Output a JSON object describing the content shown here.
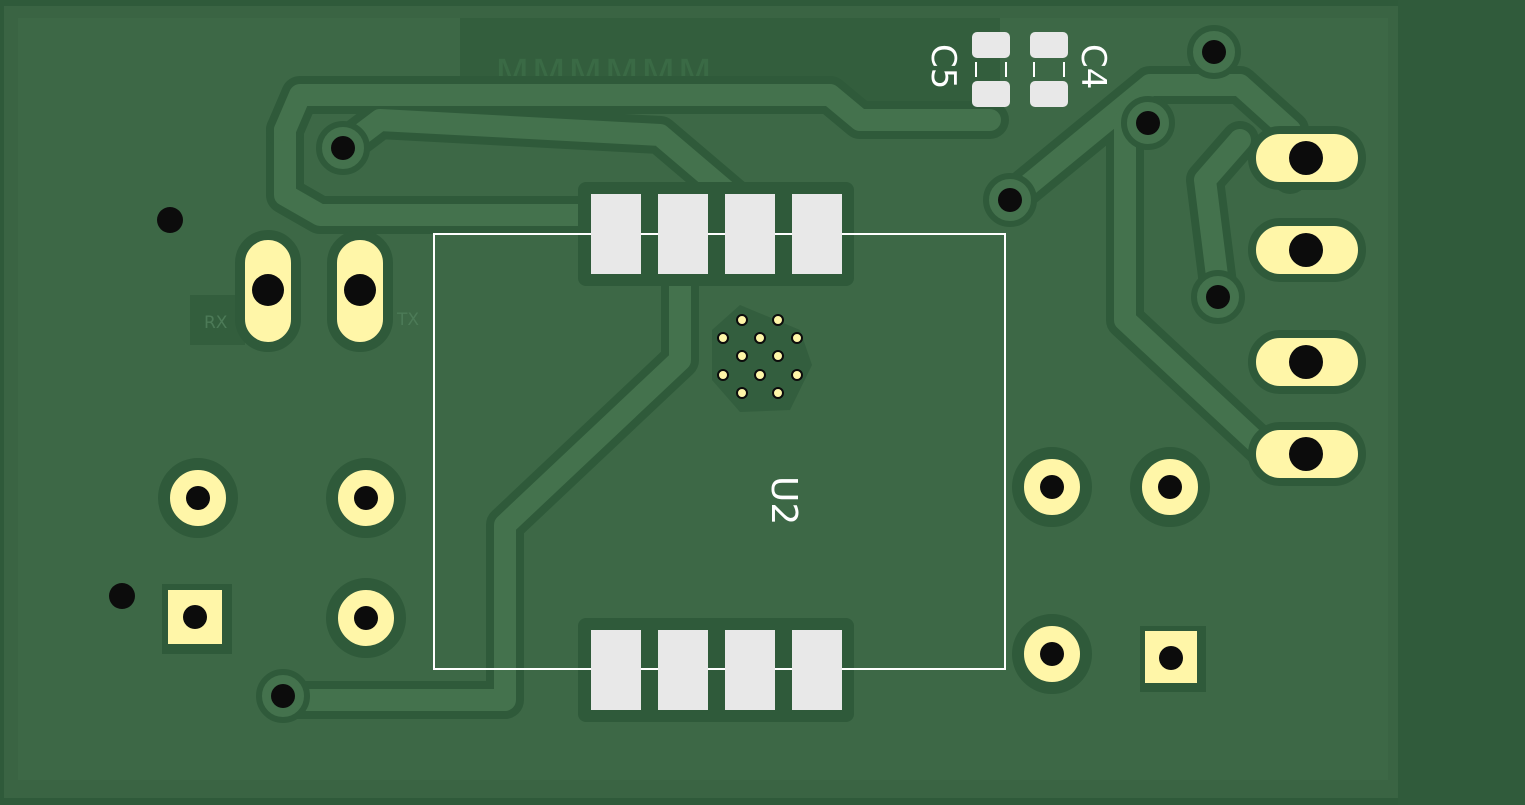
{
  "labels": {
    "u2": "U2",
    "c4": "C4",
    "c5": "C5",
    "rx": "RX",
    "tx": "TX"
  },
  "colors": {
    "board": "#3d6445",
    "board_edge": "#2f5a3a",
    "trace": "#42704b",
    "clearance": "#2f5a3a",
    "pad_gold": "#fff6a8",
    "pad_smd": "#e8e8e8",
    "hole": "#0c0c0c",
    "silkscreen": "#ffffff"
  }
}
